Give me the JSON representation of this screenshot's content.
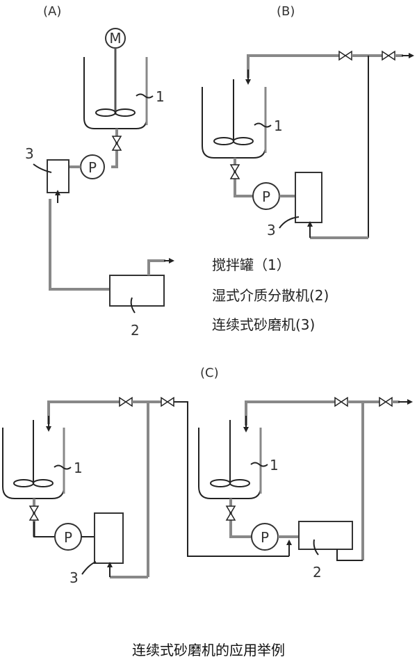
{
  "sections": {
    "a": "(A)",
    "b": "(B)",
    "c": "(C)"
  },
  "symbols": {
    "motor": "M",
    "pump": "P"
  },
  "labels": {
    "tank": "1",
    "disperser": "2",
    "mill": "3"
  },
  "legend": [
    "搅拌罐（1）",
    "湿式介质分散机(2)",
    "连续式砂磨机(3)"
  ],
  "caption": "连续式砂磨机的应用举例"
}
